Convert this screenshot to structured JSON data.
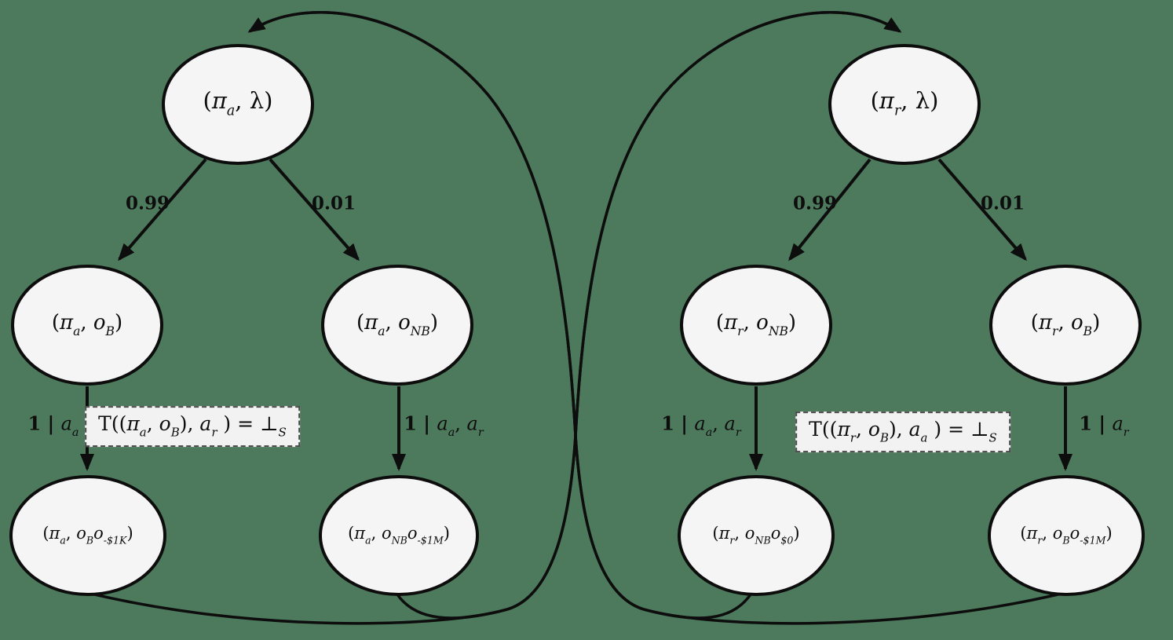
{
  "colors": {
    "background": "#4d7a5c",
    "node_fill": "#f5f5f5",
    "stroke": "#0d0d0d",
    "box_fill": "#f2f2f2"
  },
  "nodes": [
    {
      "name": "pi-a-lambda",
      "segments": [
        {
          "v": "(",
          "k": "n"
        },
        {
          "v": "π",
          "k": "i"
        },
        {
          "v": "a",
          "k": "is"
        },
        {
          "v": ", ",
          "k": "n"
        },
        {
          "v": "λ",
          "k": "n"
        },
        {
          "v": ")",
          "k": "n"
        }
      ]
    },
    {
      "name": "pi-a-oB",
      "segments": [
        {
          "v": "(",
          "k": "n"
        },
        {
          "v": "π",
          "k": "i"
        },
        {
          "v": "a",
          "k": "is"
        },
        {
          "v": ", ",
          "k": "n"
        },
        {
          "v": "o",
          "k": "i"
        },
        {
          "v": "B",
          "k": "is"
        },
        {
          "v": ")",
          "k": "n"
        }
      ]
    },
    {
      "name": "pi-a-oNB",
      "segments": [
        {
          "v": "(",
          "k": "n"
        },
        {
          "v": "π",
          "k": "i"
        },
        {
          "v": "a",
          "k": "is"
        },
        {
          "v": ", ",
          "k": "n"
        },
        {
          "v": "o",
          "k": "i"
        },
        {
          "v": "NB",
          "k": "is"
        },
        {
          "v": ")",
          "k": "n"
        }
      ]
    },
    {
      "name": "pi-a-oB-o-minus1K",
      "segments": [
        {
          "v": "(",
          "k": "n"
        },
        {
          "v": "π",
          "k": "i"
        },
        {
          "v": "a",
          "k": "is"
        },
        {
          "v": ", ",
          "k": "n"
        },
        {
          "v": "o",
          "k": "i"
        },
        {
          "v": "B",
          "k": "is"
        },
        {
          "v": "o",
          "k": "i"
        },
        {
          "v": "-$1K",
          "k": "is"
        },
        {
          "v": ")",
          "k": "n"
        }
      ]
    },
    {
      "name": "pi-a-oNB-o-minus1M",
      "segments": [
        {
          "v": "(",
          "k": "n"
        },
        {
          "v": "π",
          "k": "i"
        },
        {
          "v": "a",
          "k": "is"
        },
        {
          "v": ", ",
          "k": "n"
        },
        {
          "v": "o",
          "k": "i"
        },
        {
          "v": "NB",
          "k": "is"
        },
        {
          "v": "o",
          "k": "i"
        },
        {
          "v": "-$1M",
          "k": "is"
        },
        {
          "v": ")",
          "k": "n"
        }
      ]
    },
    {
      "name": "pi-r-lambda",
      "segments": [
        {
          "v": "(",
          "k": "n"
        },
        {
          "v": "π",
          "k": "i"
        },
        {
          "v": "r",
          "k": "is"
        },
        {
          "v": ", ",
          "k": "n"
        },
        {
          "v": "λ",
          "k": "n"
        },
        {
          "v": ")",
          "k": "n"
        }
      ]
    },
    {
      "name": "pi-r-oNB",
      "segments": [
        {
          "v": "(",
          "k": "n"
        },
        {
          "v": "π",
          "k": "i"
        },
        {
          "v": "r",
          "k": "is"
        },
        {
          "v": ", ",
          "k": "n"
        },
        {
          "v": "o",
          "k": "i"
        },
        {
          "v": "NB",
          "k": "is"
        },
        {
          "v": ")",
          "k": "n"
        }
      ]
    },
    {
      "name": "pi-r-oB",
      "segments": [
        {
          "v": "(",
          "k": "n"
        },
        {
          "v": "π",
          "k": "i"
        },
        {
          "v": "r",
          "k": "is"
        },
        {
          "v": ", ",
          "k": "n"
        },
        {
          "v": "o",
          "k": "i"
        },
        {
          "v": "B",
          "k": "is"
        },
        {
          "v": ")",
          "k": "n"
        }
      ]
    },
    {
      "name": "pi-r-oNB-o-0",
      "segments": [
        {
          "v": "(",
          "k": "n"
        },
        {
          "v": "π",
          "k": "i"
        },
        {
          "v": "r",
          "k": "is"
        },
        {
          "v": ", ",
          "k": "n"
        },
        {
          "v": "o",
          "k": "i"
        },
        {
          "v": "NB",
          "k": "is"
        },
        {
          "v": "o",
          "k": "i"
        },
        {
          "v": "$0",
          "k": "is"
        },
        {
          "v": ")",
          "k": "n"
        }
      ]
    },
    {
      "name": "pi-r-oB-o-minus1M",
      "segments": [
        {
          "v": "(",
          "k": "n"
        },
        {
          "v": "π",
          "k": "i"
        },
        {
          "v": "r",
          "k": "is"
        },
        {
          "v": ", ",
          "k": "n"
        },
        {
          "v": "o",
          "k": "i"
        },
        {
          "v": "B",
          "k": "is"
        },
        {
          "v": "o",
          "k": "i"
        },
        {
          "v": "-$1M",
          "k": "is"
        },
        {
          "v": ")",
          "k": "n"
        }
      ]
    }
  ],
  "probabilities": {
    "left_high": "0.99",
    "left_low": "0.01",
    "right_high": "0.99",
    "right_low": "0.01"
  },
  "action_labels": [
    {
      "name": "one-given-aa",
      "segments": [
        {
          "v": "1 | ",
          "k": "b"
        },
        {
          "v": "a",
          "k": "i"
        },
        {
          "v": "a",
          "k": "is"
        }
      ]
    },
    {
      "name": "one-given-aa-ar-left",
      "segments": [
        {
          "v": "1 | ",
          "k": "b"
        },
        {
          "v": "a",
          "k": "i"
        },
        {
          "v": "a",
          "k": "is"
        },
        {
          "v": ", ",
          "k": "n"
        },
        {
          "v": "a",
          "k": "i"
        },
        {
          "v": "r",
          "k": "is"
        }
      ]
    },
    {
      "name": "one-given-aa-ar-right",
      "segments": [
        {
          "v": "1 | ",
          "k": "b"
        },
        {
          "v": "a",
          "k": "i"
        },
        {
          "v": "a",
          "k": "is"
        },
        {
          "v": ", ",
          "k": "n"
        },
        {
          "v": "a",
          "k": "i"
        },
        {
          "v": "r",
          "k": "is"
        }
      ]
    },
    {
      "name": "one-given-ar",
      "segments": [
        {
          "v": "1 | ",
          "k": "b"
        },
        {
          "v": "a",
          "k": "i"
        },
        {
          "v": "r",
          "k": "is"
        }
      ]
    }
  ],
  "t_boxes": [
    {
      "name": "transition-left",
      "segments": [
        {
          "v": "T((",
          "k": "n"
        },
        {
          "v": "π",
          "k": "i"
        },
        {
          "v": "a",
          "k": "is"
        },
        {
          "v": ", ",
          "k": "n"
        },
        {
          "v": "o",
          "k": "i"
        },
        {
          "v": "B",
          "k": "is"
        },
        {
          "v": "), ",
          "k": "n"
        },
        {
          "v": "a",
          "k": "i"
        },
        {
          "v": "r",
          "k": "is"
        },
        {
          "v": " ) = ",
          "k": "n"
        },
        {
          "v": "⊥",
          "k": "n"
        },
        {
          "v": "S",
          "k": "is"
        }
      ]
    },
    {
      "name": "transition-right",
      "segments": [
        {
          "v": "T((",
          "k": "n"
        },
        {
          "v": "π",
          "k": "i"
        },
        {
          "v": "r",
          "k": "is"
        },
        {
          "v": ", ",
          "k": "n"
        },
        {
          "v": "o",
          "k": "i"
        },
        {
          "v": "B",
          "k": "is"
        },
        {
          "v": "), ",
          "k": "n"
        },
        {
          "v": "a",
          "k": "i"
        },
        {
          "v": "a",
          "k": "is"
        },
        {
          "v": " ) = ",
          "k": "n"
        },
        {
          "v": "⊥",
          "k": "n"
        },
        {
          "v": "S",
          "k": "is"
        }
      ]
    }
  ]
}
